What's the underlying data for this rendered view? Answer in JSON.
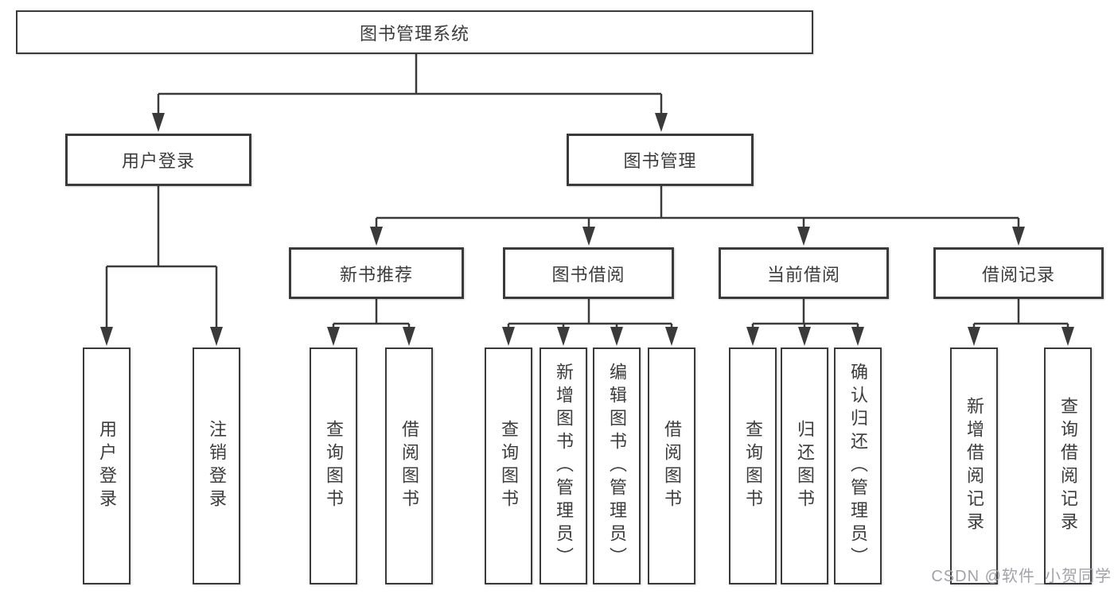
{
  "title": {
    "label": "图书管理系统"
  },
  "branches": {
    "user_login": {
      "label": "用户登录",
      "children": [
        {
          "label": "用户登录"
        },
        {
          "label": "注销登录"
        }
      ]
    },
    "book_management": {
      "label": "图书管理",
      "children": [
        {
          "label": "新书推荐",
          "children": [
            {
              "label": "查询图书"
            },
            {
              "label": "借阅图书"
            }
          ]
        },
        {
          "label": "图书借阅",
          "children": [
            {
              "label": "查询图书"
            },
            {
              "label": "新增图书（管理员）"
            },
            {
              "label": "编辑图书（管理员）"
            },
            {
              "label": "借阅图书"
            }
          ]
        },
        {
          "label": "当前借阅",
          "children": [
            {
              "label": "查询图书"
            },
            {
              "label": "归还图书"
            },
            {
              "label": "确认归还（管理员）"
            }
          ]
        },
        {
          "label": "借阅记录",
          "children": [
            {
              "label": "新增借阅记录"
            },
            {
              "label": "查询借阅记录"
            }
          ]
        }
      ]
    }
  },
  "watermark": {
    "text": "CSDN @软件_小贺同学"
  },
  "colors": {
    "line": "#3a3a3a",
    "text": "#3c3c3c",
    "box_bg": "#ffffff",
    "watermark": "#a2a2aa"
  }
}
